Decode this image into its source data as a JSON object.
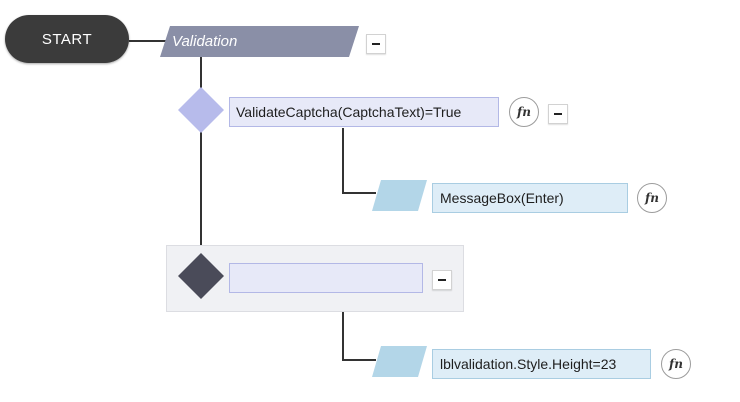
{
  "flow": {
    "start_label": "START",
    "validation_label": "Validation",
    "collapse_symbol": "–",
    "fn_symbol": "fn",
    "condition": {
      "expression": "ValidateCaptcha(CaptchaText)=True"
    },
    "then_action": {
      "expression": "MessageBox(Enter)"
    },
    "else_condition": {
      "expression": ""
    },
    "else_action": {
      "expression": "lblvalidation.Style.Height=23"
    }
  },
  "colors": {
    "start_fill": "#3b3b3b",
    "validation_fill": "#8a8fa7",
    "condition_diamond": "#b7bbeb",
    "else_diamond": "#4a4b59",
    "condition_box": "#e7e9f8",
    "action_parallelogram": "#b3d6e8",
    "action_box": "#deedf7",
    "connector": "#333333"
  },
  "icons": {
    "collapse": "minus-icon",
    "function": "fn-icon",
    "condition": "diamond-icon",
    "action": "parallelogram-icon"
  }
}
